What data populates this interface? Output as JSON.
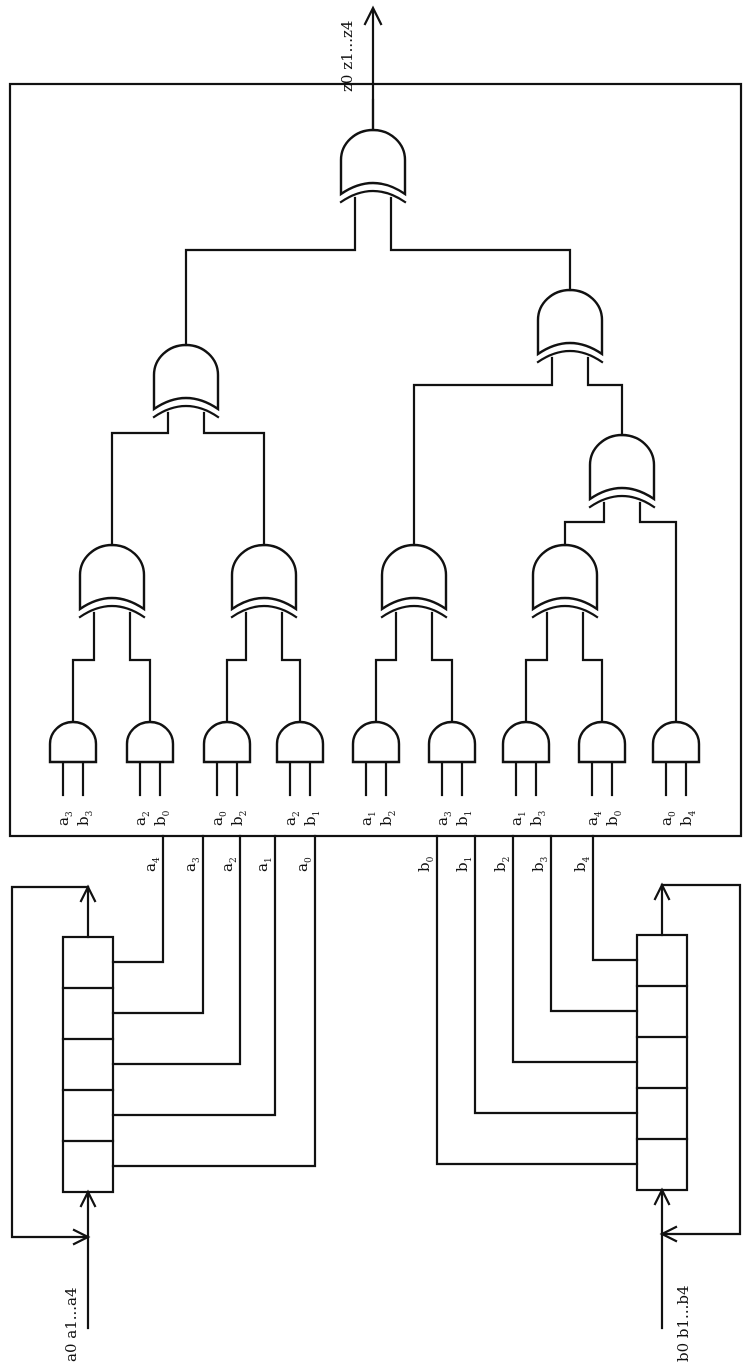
{
  "diagram": {
    "title": "Parallel multiplier / XOR tree with shift registers",
    "output_label": "z0 z1...z4",
    "input_a_label": "a0 a1...a4",
    "input_b_label": "b0 b1...b4",
    "colors": {
      "ink": "#111111",
      "paper": "#ffffff"
    },
    "and_gates": [
      {
        "id": "and1",
        "inputs": [
          {
            "base": "a",
            "sub": "3"
          },
          {
            "base": "b",
            "sub": "3"
          }
        ]
      },
      {
        "id": "and2",
        "inputs": [
          {
            "base": "a",
            "sub": "2"
          },
          {
            "base": "b",
            "sub": "0"
          }
        ]
      },
      {
        "id": "and3",
        "inputs": [
          {
            "base": "a",
            "sub": "0"
          },
          {
            "base": "b",
            "sub": "2"
          }
        ]
      },
      {
        "id": "and4",
        "inputs": [
          {
            "base": "a",
            "sub": "2"
          },
          {
            "base": "b",
            "sub": "1"
          }
        ]
      },
      {
        "id": "and5",
        "inputs": [
          {
            "base": "a",
            "sub": "1"
          },
          {
            "base": "b",
            "sub": "2"
          }
        ]
      },
      {
        "id": "and6",
        "inputs": [
          {
            "base": "a",
            "sub": "3"
          },
          {
            "base": "b",
            "sub": "1"
          }
        ]
      },
      {
        "id": "and7",
        "inputs": [
          {
            "base": "a",
            "sub": "1"
          },
          {
            "base": "b",
            "sub": "3"
          }
        ]
      },
      {
        "id": "and8",
        "inputs": [
          {
            "base": "a",
            "sub": "4"
          },
          {
            "base": "b",
            "sub": "0"
          }
        ]
      },
      {
        "id": "and9",
        "inputs": [
          {
            "base": "a",
            "sub": "0"
          },
          {
            "base": "b",
            "sub": "4"
          }
        ]
      }
    ],
    "a_bus": [
      {
        "base": "a",
        "sub": "4"
      },
      {
        "base": "a",
        "sub": "3"
      },
      {
        "base": "a",
        "sub": "2"
      },
      {
        "base": "a",
        "sub": "1"
      },
      {
        "base": "a",
        "sub": "0"
      }
    ],
    "b_bus": [
      {
        "base": "b",
        "sub": "0"
      },
      {
        "base": "b",
        "sub": "1"
      },
      {
        "base": "b",
        "sub": "2"
      },
      {
        "base": "b",
        "sub": "3"
      },
      {
        "base": "b",
        "sub": "4"
      }
    ],
    "register_cells": 5
  }
}
